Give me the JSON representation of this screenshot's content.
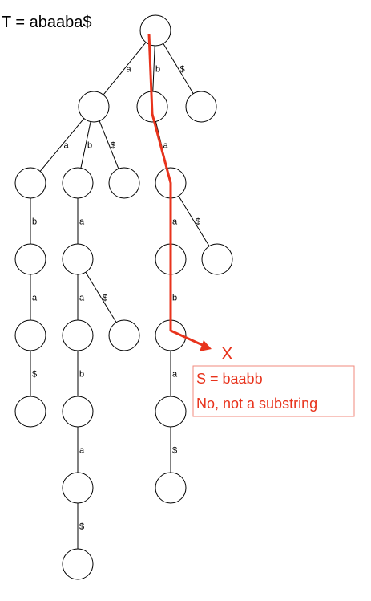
{
  "title": "T = abaaba$",
  "query": {
    "mark": "X",
    "lines": [
      "S = baabb",
      "No, not a substring"
    ],
    "color": "#e8331c"
  },
  "tree": {
    "nodes": [
      "root",
      "a",
      "b",
      "$",
      "aa",
      "ab",
      "a$",
      "ba",
      "aab",
      "aba",
      "baa",
      "ba$",
      "aaba",
      "abaa",
      "aba$",
      "baab",
      "aaba$",
      "abaab",
      "baaba",
      "abaaba",
      "baaba$",
      "abaaba$"
    ],
    "edges": [
      {
        "from": "root",
        "to": "a",
        "label": "a"
      },
      {
        "from": "root",
        "to": "b",
        "label": "b"
      },
      {
        "from": "root",
        "to": "$",
        "label": "$"
      },
      {
        "from": "a",
        "to": "aa",
        "label": "a"
      },
      {
        "from": "a",
        "to": "ab",
        "label": "b"
      },
      {
        "from": "a",
        "to": "a$",
        "label": "$"
      },
      {
        "from": "b",
        "to": "ba",
        "label": "a"
      },
      {
        "from": "aa",
        "to": "aab",
        "label": "b"
      },
      {
        "from": "ab",
        "to": "aba",
        "label": "a"
      },
      {
        "from": "ba",
        "to": "baa",
        "label": "a"
      },
      {
        "from": "ba",
        "to": "ba$",
        "label": "$"
      },
      {
        "from": "aab",
        "to": "aaba",
        "label": "a"
      },
      {
        "from": "aba",
        "to": "abaa",
        "label": "a"
      },
      {
        "from": "aba",
        "to": "aba$",
        "label": "$"
      },
      {
        "from": "baa",
        "to": "baab",
        "label": "b"
      },
      {
        "from": "aaba",
        "to": "aaba$",
        "label": "$"
      },
      {
        "from": "abaa",
        "to": "abaab",
        "label": "b"
      },
      {
        "from": "baab",
        "to": "baaba",
        "label": "a"
      },
      {
        "from": "abaab",
        "to": "abaaba",
        "label": "a"
      },
      {
        "from": "baaba",
        "to": "baaba$",
        "label": "$"
      },
      {
        "from": "abaaba",
        "to": "abaaba$",
        "label": "$"
      }
    ],
    "highlighted_path": [
      "root",
      "b",
      "ba",
      "baa",
      "baab"
    ]
  }
}
